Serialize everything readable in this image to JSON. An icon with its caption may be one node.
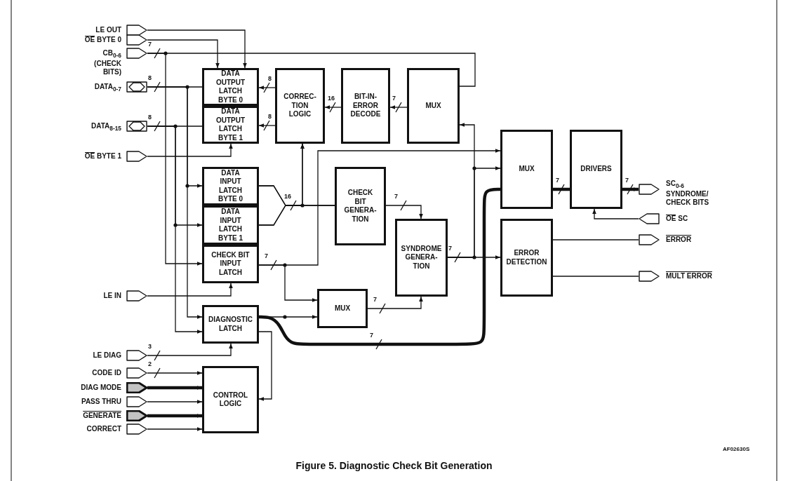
{
  "diagram": {
    "caption": "Figure 5. Diagnostic Check Bit Generation",
    "nodes": [
      {
        "text": [
          "LE OUT"
        ]
      },
      {
        "text": [
          "OE BYTE 0"
        ]
      },
      {
        "text": [
          "CB$_{0-6}$ (CHECK BITS)"
        ]
      },
      {
        "text": [
          "DATA$_{0-7}$"
        ]
      },
      {
        "text": [
          "DATA$_{8-15}$"
        ]
      },
      {
        "text": [
          "OE BYTE 1"
        ]
      },
      {
        "text": [
          "DATA OUTPUT LATCH BYTE 0"
        ]
      },
      {
        "text": [
          "DATA OUTPUT LATCH BYTE 1"
        ]
      },
      {
        "text": [
          "CORREC- TION LOGIC"
        ]
      },
      {
        "text": [
          "BIT-IN- ERROR DECODE"
        ]
      },
      {
        "text": [
          "MUX"
        ]
      },
      {
        "text": [
          "DATA INPUT LATCH BYTE 0"
        ]
      },
      {
        "text": [
          "DATA INPUT LATCH BYTE 1"
        ]
      },
      {
        "text": [
          "CHECK BIT INPUT LATCH"
        ]
      },
      {
        "text": [
          "CHECK BIT GENERA- TION"
        ]
      },
      {
        "text": [
          "SYNDROME GENERA- TION"
        ]
      },
      {
        "text": [
          "MUX"
        ]
      },
      {
        "text": [
          "DRIVERS"
        ]
      },
      {
        "text": [
          "SC$_{0-6}$ SYNDROME/ CHECK BITS"
        ]
      },
      {
        "text": [
          "OE SC"
        ]
      },
      {
        "text": [
          "ERROR DETECTION"
        ]
      },
      {
        "text": [
          "ERROR"
        ]
      },
      {
        "text": [
          "MULT ERROR"
        ]
      },
      {
        "text": [
          "LE IN"
        ]
      },
      {
        "text": [
          "MUX"
        ]
      },
      {
        "text": [
          "DIAGNOSTIC LATCH"
        ]
      },
      {
        "text": [
          "LE DIAG"
        ]
      },
      {
        "text": [
          "CODE ID"
        ]
      },
      {
        "text": [
          "DIAG MODE"
        ]
      },
      {
        "text": [
          "PASS THRU"
        ]
      },
      {
        "text": [
          "GENERATE"
        ]
      },
      {
        "text": [
          "CONTROL LOGIC"
        ]
      },
      {
        "text": [
          "CORRECT"
        ]
      }
    ],
    "edges": [
      {
        "from": 0,
        "to": 6,
        "arrow": "to"
      },
      {
        "from": 1,
        "to": 6,
        "arrow": "to"
      },
      {
        "from": 2,
        "to": 10,
        "arrow": "none",
        "label": "7"
      },
      {
        "from": 2,
        "to": 13,
        "arrow": "to"
      },
      {
        "from": 3,
        "to": 6,
        "arrow": "none",
        "label": "8"
      },
      {
        "from": 3,
        "to": 11,
        "arrow": "to"
      },
      {
        "from": 3,
        "to": 25,
        "arrow": "to"
      },
      {
        "from": 4,
        "to": 7,
        "arrow": "none",
        "label": "8"
      },
      {
        "from": 4,
        "to": 12,
        "arrow": "to"
      },
      {
        "from": 4,
        "to": 25,
        "arrow": "to"
      },
      {
        "from": 5,
        "to": 7,
        "arrow": "to"
      },
      {
        "from": 8,
        "to": 6,
        "arrow": "to",
        "label": "8"
      },
      {
        "from": 8,
        "to": 7,
        "arrow": "to",
        "label": "8"
      },
      {
        "from": 9,
        "to": 8,
        "arrow": "to",
        "label": "16"
      },
      {
        "from": 10,
        "to": 9,
        "arrow": "to",
        "label": "7"
      },
      {
        "from": 11,
        "to": 8,
        "arrow": "to",
        "label": "16"
      },
      {
        "from": 12,
        "to": 8,
        "arrow": "to"
      },
      {
        "from": 11,
        "to": 14,
        "arrow": "none"
      },
      {
        "from": 12,
        "to": 14,
        "arrow": "none"
      },
      {
        "from": 14,
        "to": 15,
        "arrow": "to",
        "label": "7"
      },
      {
        "from": 13,
        "to": 16,
        "arrow": "to",
        "label": "7"
      },
      {
        "from": 13,
        "to": 24,
        "arrow": "to"
      },
      {
        "from": 15,
        "to": 20,
        "arrow": "to",
        "label": "7"
      },
      {
        "from": 15,
        "to": 10,
        "arrow": "to"
      },
      {
        "from": 15,
        "to": 16,
        "arrow": "to"
      },
      {
        "from": 16,
        "to": 17,
        "arrow": "none",
        "label": "7",
        "style": "thick"
      },
      {
        "from": 17,
        "to": 18,
        "arrow": "to",
        "label": "7",
        "style": "thick"
      },
      {
        "from": 19,
        "to": 17,
        "arrow": "to"
      },
      {
        "from": 20,
        "to": 21,
        "arrow": "none"
      },
      {
        "from": 20,
        "to": 22,
        "arrow": "none"
      },
      {
        "from": 23,
        "to": 13,
        "arrow": "to"
      },
      {
        "from": 25,
        "to": 24,
        "arrow": "to"
      },
      {
        "from": 25,
        "to": 16,
        "arrow": "none",
        "label": "7",
        "style": "thick"
      },
      {
        "from": 25,
        "to": 31,
        "arrow": "to"
      },
      {
        "from": 24,
        "to": 15,
        "arrow": "to",
        "label": "7"
      },
      {
        "from": 26,
        "to": 25,
        "arrow": "to",
        "label": "3"
      },
      {
        "from": 27,
        "to": 31,
        "arrow": "to",
        "label": "2"
      },
      {
        "from": 28,
        "to": 31,
        "arrow": "to",
        "style": "thick"
      },
      {
        "from": 29,
        "to": 31,
        "arrow": "to"
      },
      {
        "from": 30,
        "to": 31,
        "arrow": "to",
        "style": "thick"
      },
      {
        "from": 32,
        "to": 31,
        "arrow": "to"
      }
    ],
    "labels": [
      "AF02630S"
    ]
  }
}
